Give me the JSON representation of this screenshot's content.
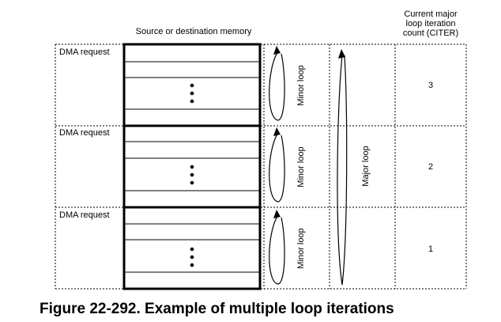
{
  "header": {
    "memory_label": "Source or destination memory",
    "citer_line1": "Current major",
    "citer_line2": "loop iteration",
    "citer_line3": "count (CITER)"
  },
  "rows": [
    {
      "request_label": "DMA request",
      "loop_label": "Minor loop",
      "citer": "3"
    },
    {
      "request_label": "DMA request",
      "loop_label": "Minor loop",
      "citer": "2"
    },
    {
      "request_label": "DMA request",
      "loop_label": "Minor loop",
      "citer": "1"
    }
  ],
  "major_loop_label": "Major loop",
  "caption": "Figure 22-292. Example of multiple loop iterations"
}
